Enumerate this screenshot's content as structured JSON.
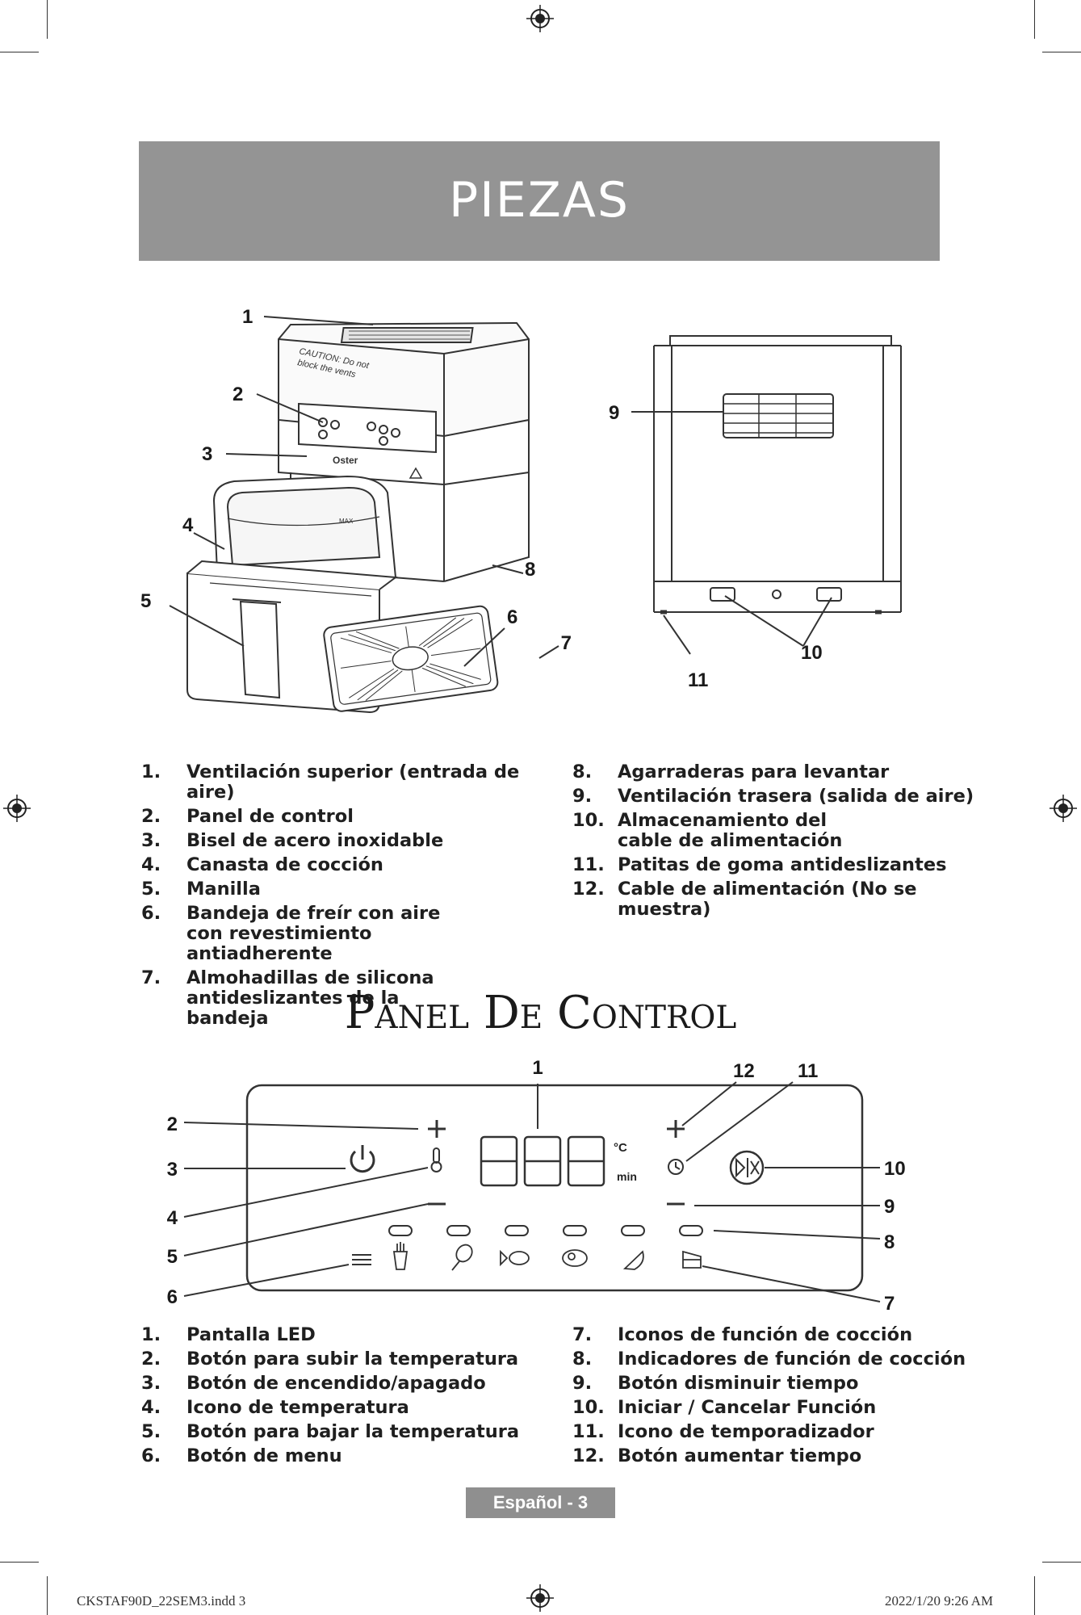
{
  "banner": {
    "title": "PIEZAS"
  },
  "parts_diagram": {
    "caution_text": [
      "CAUTION: Do not",
      "block the vents"
    ],
    "brand": "Oster",
    "max_mark": "MAX",
    "callouts": [
      "1",
      "2",
      "3",
      "4",
      "5",
      "6",
      "7",
      "8",
      "9",
      "10",
      "11"
    ]
  },
  "parts_list": {
    "left": [
      {
        "num": "1.",
        "text": "Ventilación superior (entrada de aire)"
      },
      {
        "num": "2.",
        "text": "Panel de control"
      },
      {
        "num": "3.",
        "text": "Bisel de acero inoxidable"
      },
      {
        "num": "4.",
        "text": "Canasta de cocción"
      },
      {
        "num": "5.",
        "text": "Manilla"
      },
      {
        "num": "6.",
        "text": "Bandeja de freír con aire con revestimiento antiadherente"
      },
      {
        "num": "7.",
        "text": "Almohadillas de silicona antideslizantes de la bandeja"
      }
    ],
    "right": [
      {
        "num": "8.",
        "text": "Agarraderas para levantar"
      },
      {
        "num": "9.",
        "text": "Ventilación trasera (salida de aire)"
      },
      {
        "num": "10.",
        "text": "Almacenamiento del cable de alimentación"
      },
      {
        "num": "11.",
        "text": "Patitas de goma antideslizantes"
      },
      {
        "num": "12.",
        "text": "Cable de alimentación (No se muestra)"
      }
    ]
  },
  "control_section": {
    "title": "Panel De Control"
  },
  "control_panel": {
    "display_digits": "888",
    "unit_temp": "°C",
    "unit_time": "min",
    "callouts": [
      "1",
      "2",
      "3",
      "4",
      "5",
      "6",
      "7",
      "8",
      "9",
      "10",
      "11",
      "12"
    ]
  },
  "control_list": {
    "left": [
      {
        "num": "1.",
        "text": "Pantalla LED"
      },
      {
        "num": "2.",
        "text": "Botón para subir la temperatura"
      },
      {
        "num": "3.",
        "text": "Botón de encendido/apagado"
      },
      {
        "num": "4.",
        "text": "Icono de temperatura"
      },
      {
        "num": "5.",
        "text": "Botón para bajar la temperatura"
      },
      {
        "num": "6.",
        "text": "Botón de menu"
      }
    ],
    "right": [
      {
        "num": "7.",
        "text": "Iconos de función de cocción"
      },
      {
        "num": "8.",
        "text": "Indicadores de función de cocción"
      },
      {
        "num": "9.",
        "text": "Botón disminuir tiempo"
      },
      {
        "num": "10.",
        "text": "Iniciar / Cancelar Función"
      },
      {
        "num": "11.",
        "text": "Icono de temporadizador"
      },
      {
        "num": "12.",
        "text": "Botón aumentar tiempo"
      }
    ]
  },
  "footer": {
    "page_label": "Español - 3",
    "file_slug": "CKSTAF90D_22SEM3.indd   3",
    "date_slug": "2022/1/20   9:26 AM"
  }
}
